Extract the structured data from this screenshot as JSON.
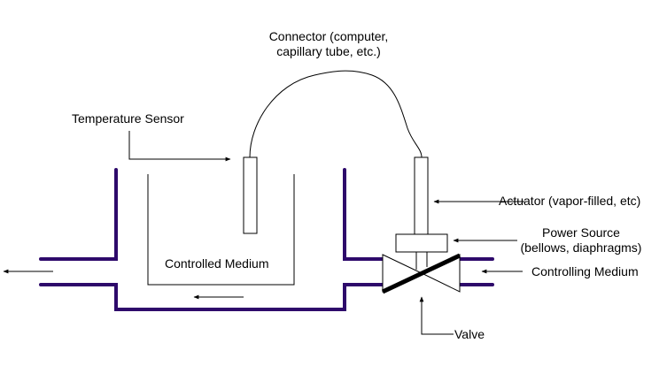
{
  "diagram": {
    "title": "Temperature control system components",
    "colors": {
      "pipe": "#2e0a6b",
      "line": "#000000",
      "background": "#ffffff"
    },
    "labels": {
      "connector_line1": "Connector (computer,",
      "connector_line2": "capillary tube, etc.)",
      "temperature_sensor": "Temperature Sensor",
      "actuator": "Actuator (vapor-filled, etc)",
      "power_source_line1": "Power Source",
      "power_source_line2": "(bellows, diaphragms)",
      "controlling_medium": "Controlling Medium",
      "controlled_medium": "Controlled Medium",
      "valve": "Valve"
    },
    "flow_arrows": [
      {
        "name": "outlet-flow",
        "direction": "left"
      },
      {
        "name": "tank-flow",
        "direction": "left"
      },
      {
        "name": "controlling-medium-flow",
        "direction": "left"
      }
    ]
  }
}
